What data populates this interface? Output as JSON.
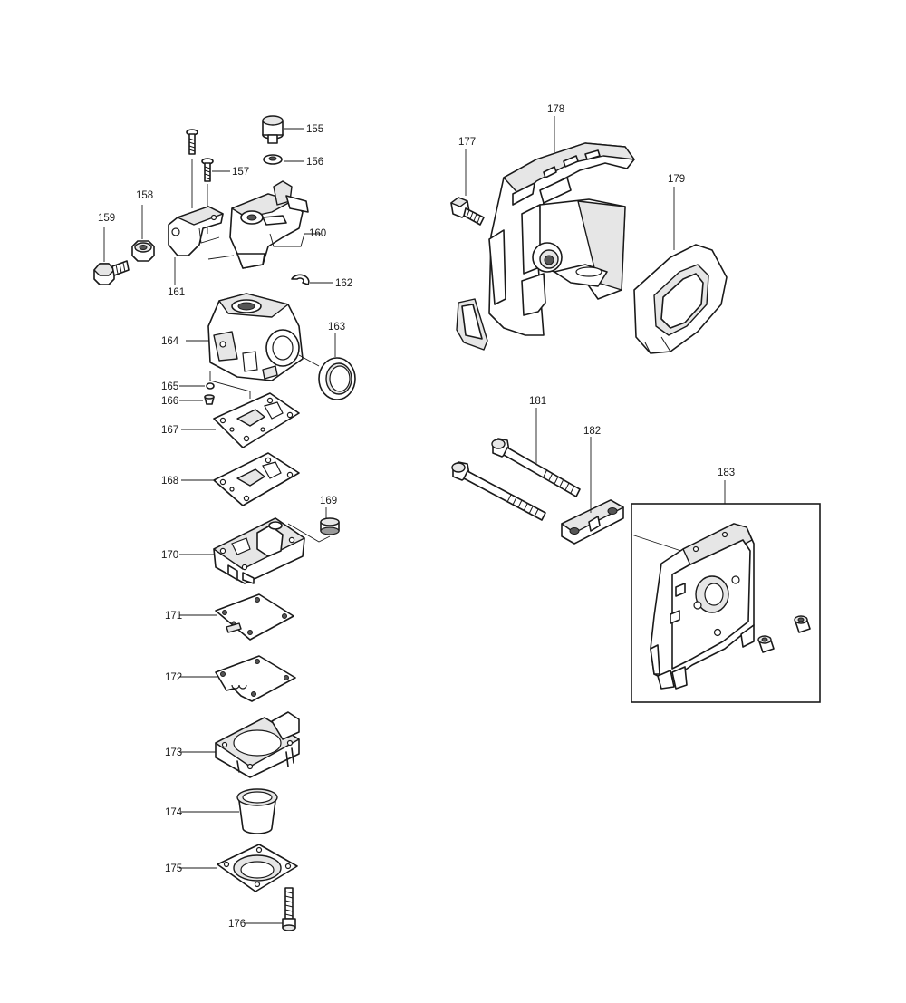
{
  "labels": {
    "p155": "155",
    "p156": "156",
    "p157": "157",
    "p158": "158",
    "p159": "159",
    "p160": "160",
    "p161": "161",
    "p162": "162",
    "p163": "163",
    "p164": "164",
    "p165": "165",
    "p166": "166",
    "p167": "167",
    "p168": "168",
    "p169": "169",
    "p170": "170",
    "p171": "171",
    "p172": "172",
    "p173": "173",
    "p174": "174",
    "p175": "175",
    "p176": "176",
    "p177": "177",
    "p178": "178",
    "p179": "179",
    "p181": "181",
    "p182": "182",
    "p183": "183"
  }
}
